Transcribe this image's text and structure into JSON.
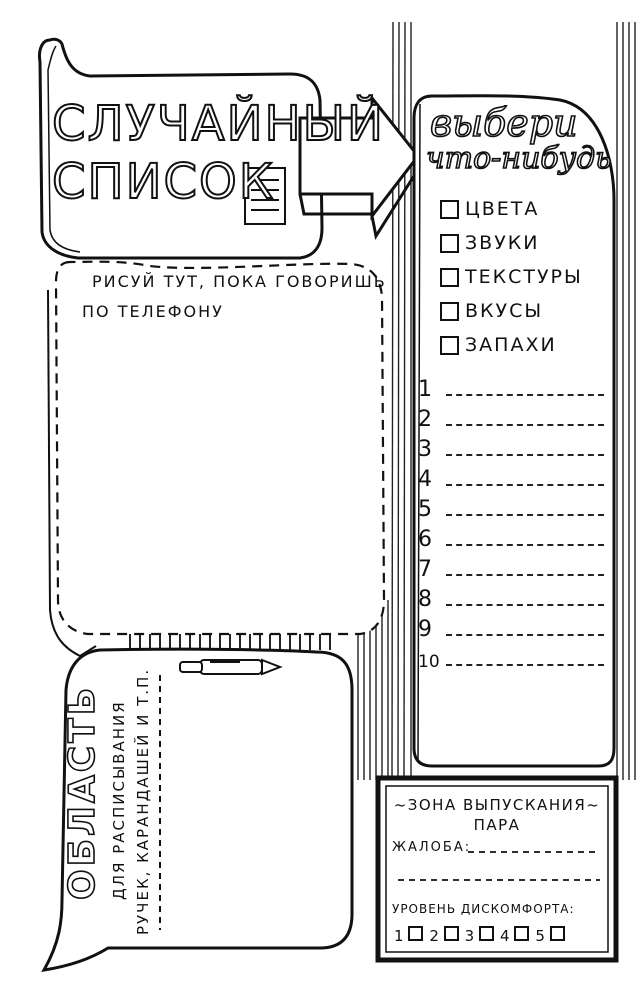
{
  "title_line1": "СЛУЧАЙНЫЙ",
  "title_line2": "СПИСОК",
  "choose_line1": "выбери",
  "choose_line2": "что-нибудь",
  "options": [
    "ЦВЕТА",
    "ЗВУКИ",
    "ТЕКСТУРЫ",
    "ВКУСЫ",
    "ЗАПАХИ"
  ],
  "numbers": [
    "1",
    "2",
    "3",
    "4",
    "5",
    "6",
    "7",
    "8",
    "9",
    "10"
  ],
  "draw_line1": "РИСУЙ ТУТ, ПОКА ГОВОРИШЬ",
  "draw_line2": "ПО ТЕЛЕФОНУ",
  "pen_area_title": "ОБЛАСТЬ",
  "pen_area_line1": "ДЛЯ РАСПИСЫВАНИЯ",
  "pen_area_line2": "РУЧЕК, КАРАНДАШЕЙ И Т.П.",
  "steam": {
    "title_line1": "~ЗОНА ВЫПУСКАНИЯ~",
    "title_line2": "ПАРА",
    "complaint_label": "ЖАЛОБА:",
    "discomfort_label": "УРОВЕНЬ ДИСКОМФОРТА:",
    "levels": [
      "1",
      "2",
      "3",
      "4",
      "5"
    ]
  }
}
